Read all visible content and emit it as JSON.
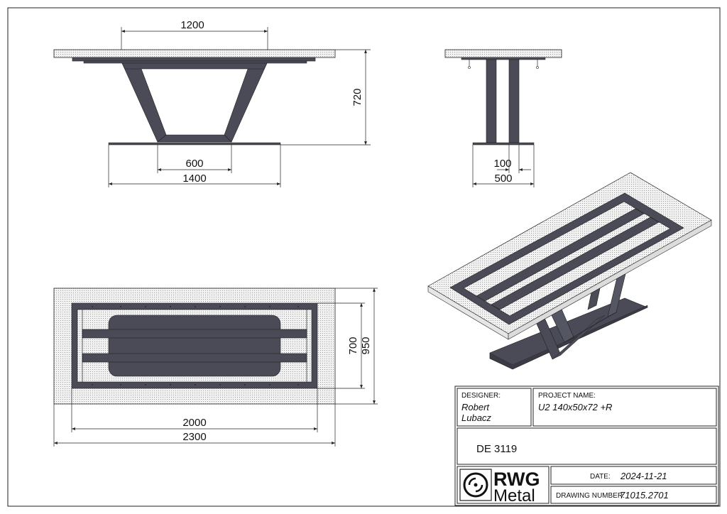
{
  "dimensions": {
    "front_width_top": "1200",
    "front_height": "720",
    "front_base_inner": "600",
    "front_base_outer": "1400",
    "side_leg": "100",
    "side_base": "500",
    "plan_inner_depth": "700",
    "plan_outer_depth": "950",
    "plan_inner_length": "2000",
    "plan_outer_length": "2300"
  },
  "title_block": {
    "designer_label": "DESIGNER:",
    "designer_first": "Robert",
    "designer_last": "Lubacz",
    "project_label": "PROJECT NAME:",
    "project_name": "U2 140x50x72 +R",
    "code": "DE 3119",
    "date_label": "DATE:",
    "date": "2024-11-21",
    "drawing_number_label": "DRAWING NUMBER:",
    "drawing_number": "71015.2701",
    "logo_line1": "RWG",
    "logo_line2": "Metal"
  },
  "colors": {
    "steel": "#4a4b57",
    "top_fill": "#ececec",
    "line": "#222222"
  }
}
